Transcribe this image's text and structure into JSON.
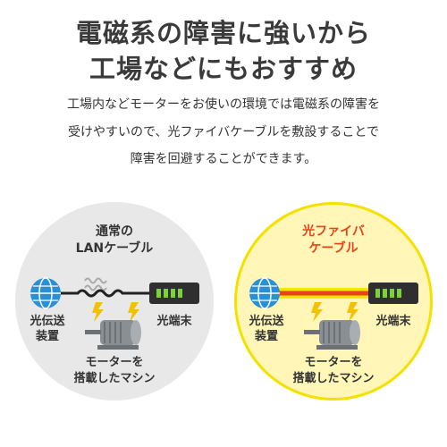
{
  "heading": {
    "line1": "電磁系の障害に強いから",
    "line2": "工場などにもおすすめ"
  },
  "description": {
    "line1": "工場内などモーターをお使いの環境では電磁系の障害を",
    "line2": "受けやすいので、光ファイバケーブルを敷設することで",
    "line3": "障害を回避することができます。"
  },
  "left_panel": {
    "title_line1": "通常の",
    "title_line2": "LANケーブル",
    "device_left_line1": "光伝送",
    "device_left_line2": "装置",
    "device_right": "光端末",
    "machine_line1": "モーターを",
    "machine_line2": "搭載したマシン",
    "background_color": "#e8e8e8"
  },
  "right_panel": {
    "title_line1": "光ファイバ",
    "title_line2": "ケーブル",
    "device_left_line1": "光伝送",
    "device_left_line2": "装置",
    "device_right": "光端末",
    "machine_line1": "モーターを",
    "machine_line2": "搭載したマシン",
    "background_color": "#fff6b8",
    "title_color": "#e8431a"
  },
  "colors": {
    "globe": "#2b8fd6",
    "terminal_led": "#7ad13a",
    "fiber_core": "#e8431a",
    "fiber_glow": "#f7e600"
  }
}
